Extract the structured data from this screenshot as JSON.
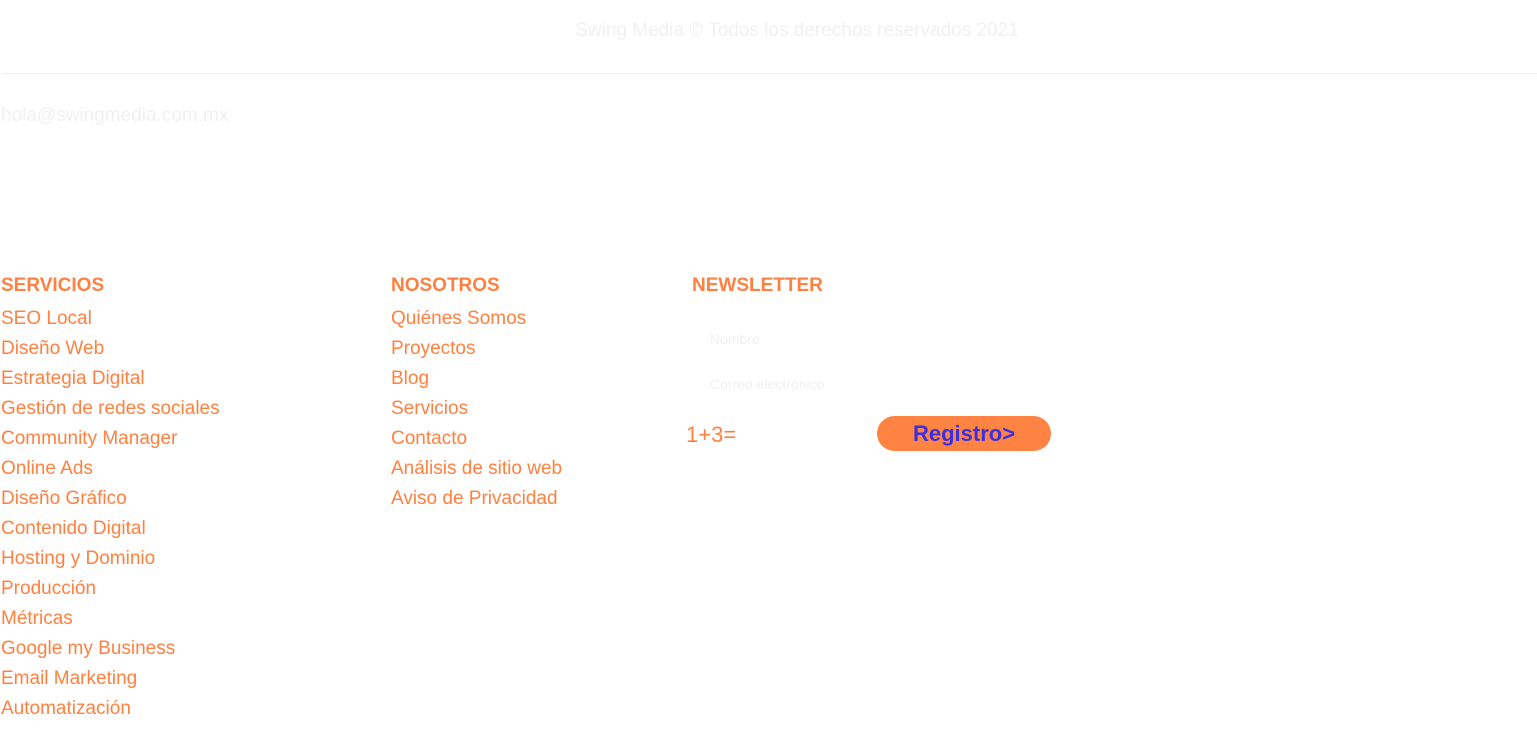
{
  "footer": {
    "copyright": "Swing Media © Todos los derechos reservados 2021",
    "email": "hola@swingmedia.com.mx"
  },
  "servicios": {
    "title": "SERVICIOS",
    "items": [
      "SEO Local",
      "Diseño Web",
      "Estrategia Digital",
      "Gestión de redes sociales",
      "Community Manager",
      "Online Ads",
      "Diseño Gráfico",
      "Contenido Digital",
      "Hosting y Dominio",
      "Producción",
      "Métricas",
      "Google my Business",
      "Email Marketing",
      "Automatización"
    ]
  },
  "nosotros": {
    "title": "NOSOTROS",
    "items": [
      "Quiénes Somos",
      "Proyectos",
      "Blog",
      "Servicios",
      "Contacto",
      "Análisis de sitio web",
      "Aviso de Privacidad"
    ]
  },
  "newsletter": {
    "title": "NEWSLETTER",
    "name_placeholder": "Nombre",
    "email_placeholder": "Correo electrónico",
    "captcha": "1+3=",
    "submit": "Registro>"
  },
  "colors": {
    "accent": "#ff8141",
    "button_text": "#3b2fe0"
  }
}
